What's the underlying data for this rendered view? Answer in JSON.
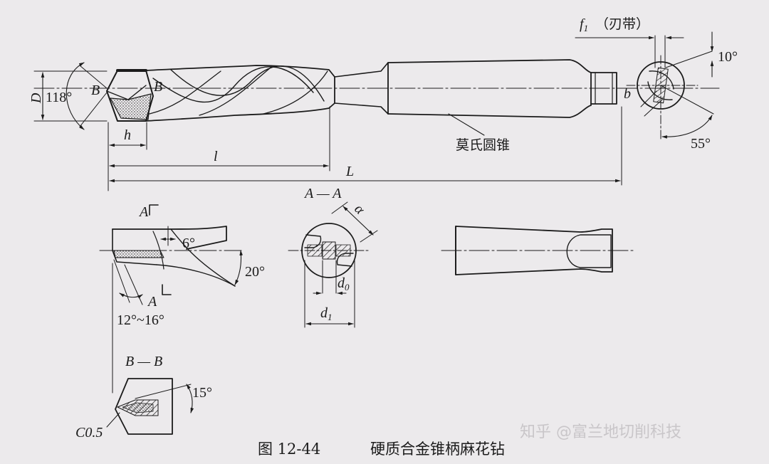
{
  "caption": {
    "figure_no": "图 12-44",
    "title": "硬质合金锥柄麻花钻"
  },
  "watermark": "知乎 @富兰地切削科技",
  "labels": {
    "D": "D",
    "angle_118": "118°",
    "B_left": "B",
    "B_right": "B",
    "h": "h",
    "l": "l",
    "L": "L",
    "morse_taper": "莫氏圆锥",
    "f1": "f",
    "f1_sub": "1",
    "f1_note": "（刃带）",
    "angle_10": "10°",
    "b": "b",
    "angle_55": "55°",
    "A_top": "A",
    "A_bottom": "A",
    "angle_6": "6°",
    "angle_20": "20°",
    "angle_12_16": "12°~16°",
    "section_AA": "A — A",
    "alpha": "α",
    "d0": "d",
    "d0_sub": "0",
    "d1": "d",
    "d1_sub": "1",
    "section_BB": "B — B",
    "angle_15": "15°",
    "C05": "C0.5"
  },
  "colors": {
    "ink": "#1b1b1b",
    "paper": "#eceaec",
    "watermark": "#c9c6c9"
  }
}
